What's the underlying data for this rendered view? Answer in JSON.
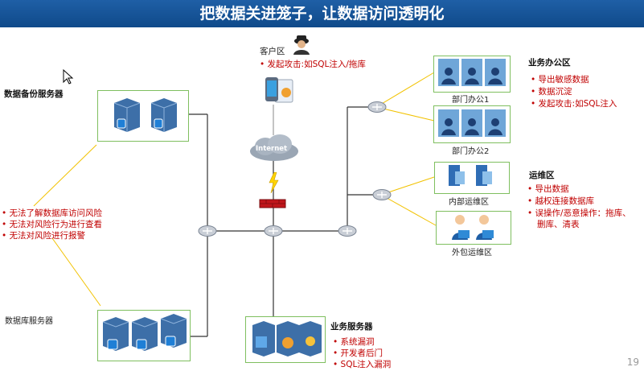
{
  "title": "把数据关进笼子，让数据访问透明化",
  "page_number": "19",
  "client": {
    "label": "客户区",
    "attack": "发起攻击:如SQL注入/拖库"
  },
  "internet_label": "Internet",
  "backup": {
    "label": "数据备份服务器"
  },
  "db": {
    "label": "数据库服务器"
  },
  "left_risks": [
    "无法了解数据库访问风险",
    "无法对风险行为进行查看",
    "无法对风险进行报警"
  ],
  "office": {
    "label": "业务办公区",
    "dept1": "部门办公1",
    "dept2": "部门办公2",
    "risks": [
      "导出敏感数据",
      "数据沉淀",
      "发起攻击:如SQL注入"
    ]
  },
  "ops": {
    "label": "运维区",
    "internal": "内部运维区",
    "external": "外包运维区",
    "risks": [
      "导出数据",
      "越权连接数据库",
      "误操作/恶意操作：拖库、",
      "删库、清表"
    ]
  },
  "biz": {
    "label": "业务服务器",
    "risks": [
      "系统漏洞",
      "开发者后门",
      "SQL注入漏洞"
    ]
  },
  "colors": {
    "title_bg": "#1f5fa6",
    "risk_text": "#c00000",
    "box_border": "#7fbf5f",
    "callout_line": "#f2c200"
  }
}
